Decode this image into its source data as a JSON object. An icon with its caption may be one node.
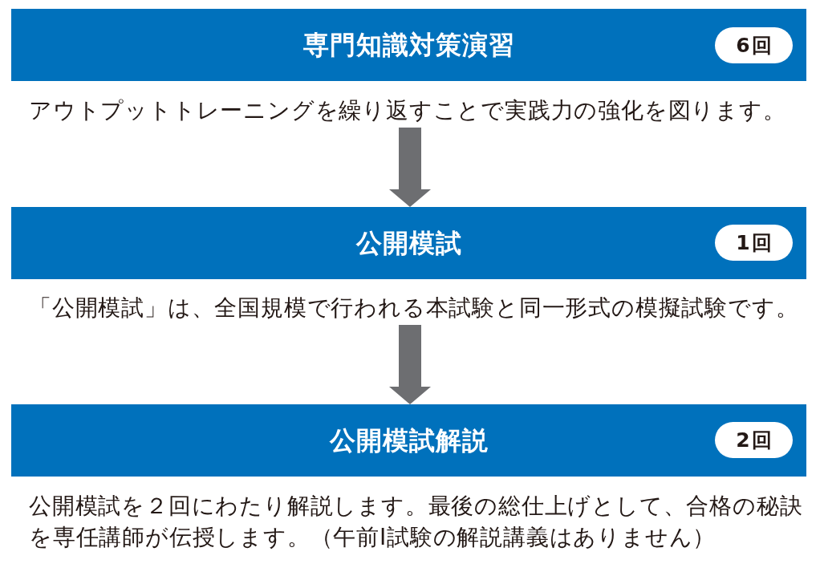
{
  "diagram": {
    "nodes": [
      {
        "text": [
          "専門知識対策演習"
        ]
      },
      {
        "text": [
          "6回"
        ],
        "in": 0
      },
      {
        "text": [
          "アウトプットトレーニングを繰り返すことで実践力の強化を図ります。"
        ]
      },
      {
        "text": [
          "公開模試"
        ]
      },
      {
        "text": [
          "1回"
        ],
        "in": 3
      },
      {
        "text": [
          "「公開模試」は、全国規模で行われる本試験と同一形式の模擬試験です。"
        ]
      },
      {
        "text": [
          "公開模試解説"
        ]
      },
      {
        "text": [
          "2回"
        ],
        "in": 6
      },
      {
        "text": [
          "公開模試を２回にわたり解説します。最後の総仕上げとして、合格の秘訣を専任講師が伝授します。（午前Ⅰ試験の解説講義はありません）"
        ]
      }
    ],
    "edges": [
      {
        "from": 2,
        "to": 3,
        "arrow": "to"
      },
      {
        "from": 5,
        "to": 6,
        "arrow": "to"
      }
    ]
  }
}
